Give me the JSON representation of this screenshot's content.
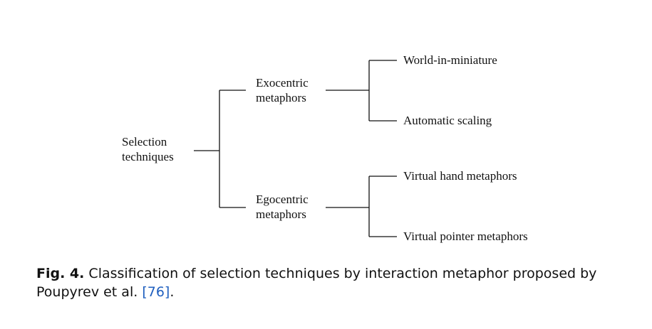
{
  "diagram": {
    "root": {
      "lines": [
        "Selection",
        "techniques"
      ]
    },
    "branches": [
      {
        "lines": [
          "Exocentric",
          "metaphors"
        ],
        "leaves": [
          "World-in-miniature",
          "Automatic scaling"
        ]
      },
      {
        "lines": [
          "Egocentric",
          "metaphors"
        ],
        "leaves": [
          "Virtual hand metaphors",
          "Virtual pointer metaphors"
        ]
      }
    ]
  },
  "caption": {
    "label": "Fig. 4.",
    "text": "Classification of selection techniques by interaction metaphor proposed by Poupyrev et al.",
    "ref": "[76]",
    "end": "."
  },
  "colors": {
    "line": "#111111",
    "text": "#111111",
    "link": "#1f5fbf"
  }
}
